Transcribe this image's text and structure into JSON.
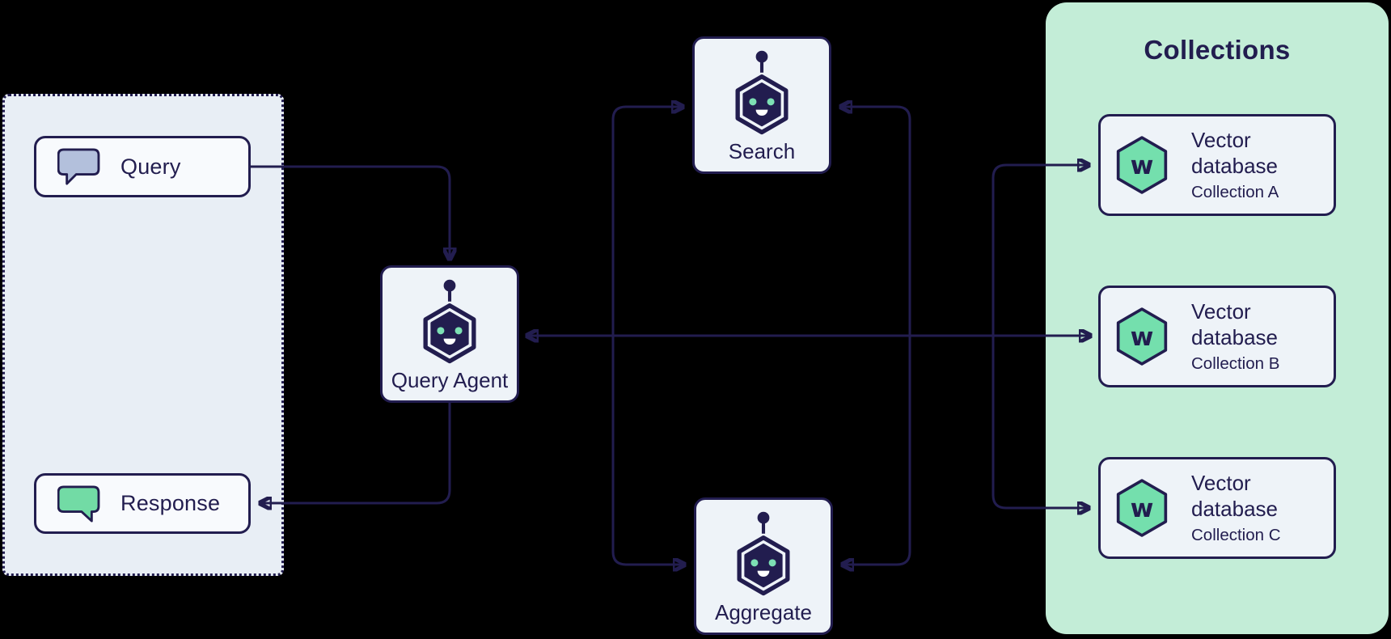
{
  "palette": {
    "background": "#000000",
    "navy": "#221d4f",
    "left-panel-bg": "#e8eef5",
    "box-bg": "#f8fafd",
    "card-bg": "#eef3f8",
    "green-panel-bg": "#c3edd7",
    "hex-green": "#74dfad",
    "bubble-blue": "#b3c0dc",
    "bubble-green": "#72dba5",
    "eye-teal": "#7de0b4"
  },
  "left_panel": {
    "query_label": "Query",
    "response_label": "Response",
    "query_icon": "speech-bubble-icon",
    "response_icon": "speech-bubble-icon"
  },
  "agents": {
    "query_agent_label": "Query Agent",
    "search_label": "Search",
    "aggregate_label": "Aggregate",
    "icon": "robot-agent-icon"
  },
  "collections": {
    "title": "Collections",
    "icon": "weaviate-hexagon-icon",
    "w_mark": "w",
    "items": [
      {
        "title": "Vector\ndatabase",
        "subtitle": "Collection A"
      },
      {
        "title": "Vector\ndatabase",
        "subtitle": "Collection B"
      },
      {
        "title": "Vector\ndatabase",
        "subtitle": "Collection C"
      }
    ]
  },
  "connections": [
    "query-to-query-agent",
    "query-agent-to-response",
    "query-agent-to-collections-bidirectional",
    "branch-to-search-left",
    "branch-to-aggregate-left",
    "return-to-search-right",
    "return-to-aggregate-right",
    "branch-to-collection-a",
    "branch-to-collection-c"
  ]
}
